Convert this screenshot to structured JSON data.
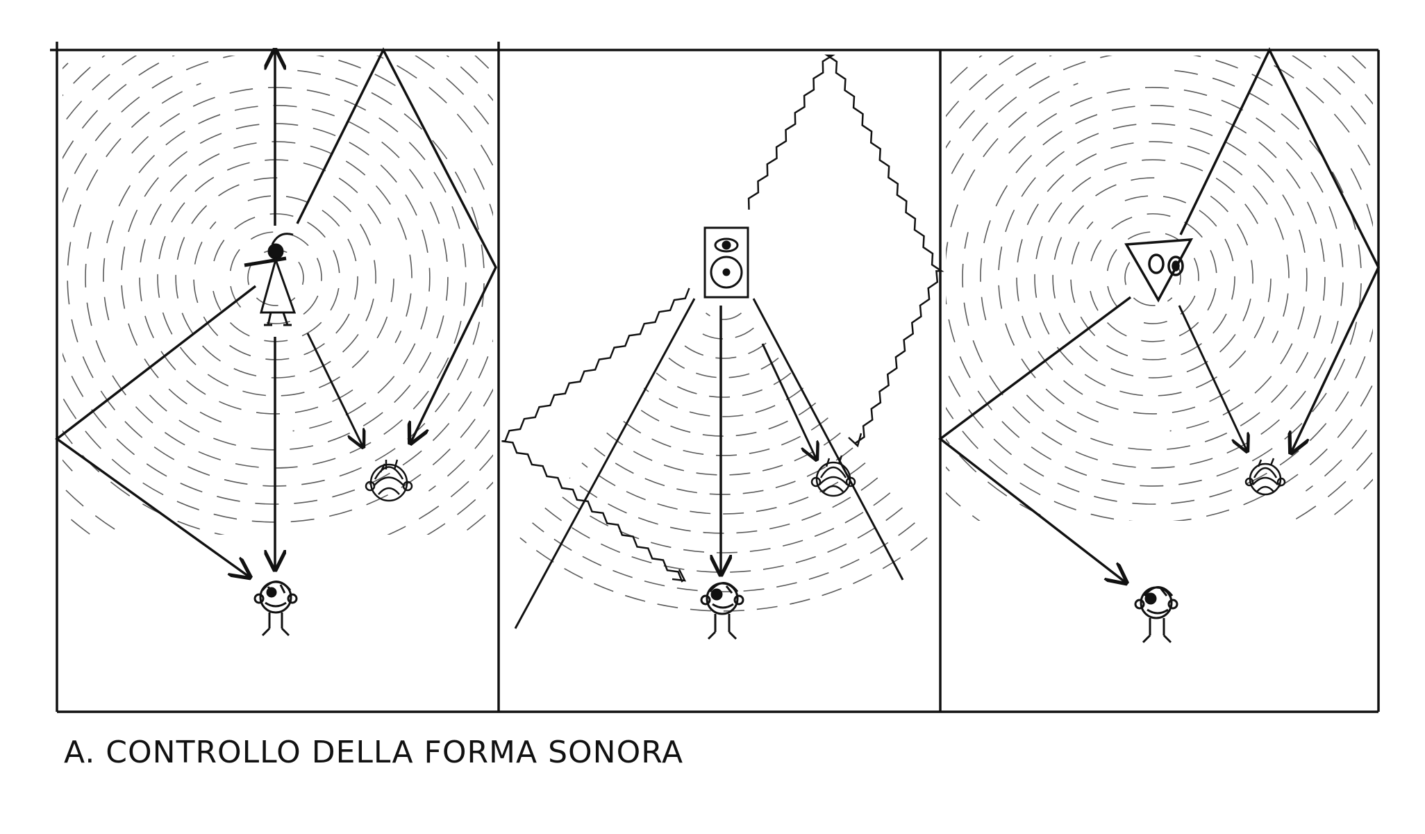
{
  "caption": "A. CONTROLLO DELLA FORMA SONORA",
  "colors": {
    "ink": "#111111",
    "hatch": "#5a5a5a",
    "background": "#ffffff"
  },
  "panels": [
    {
      "id": "panel-1",
      "source": "flute-player",
      "source_icon": "flute-player-icon"
    },
    {
      "id": "panel-2",
      "source": "loudspeaker",
      "source_icon": "speaker-icon"
    },
    {
      "id": "panel-3",
      "source": "triangular-speaker",
      "source_icon": "triangle-speaker-icon"
    }
  ]
}
